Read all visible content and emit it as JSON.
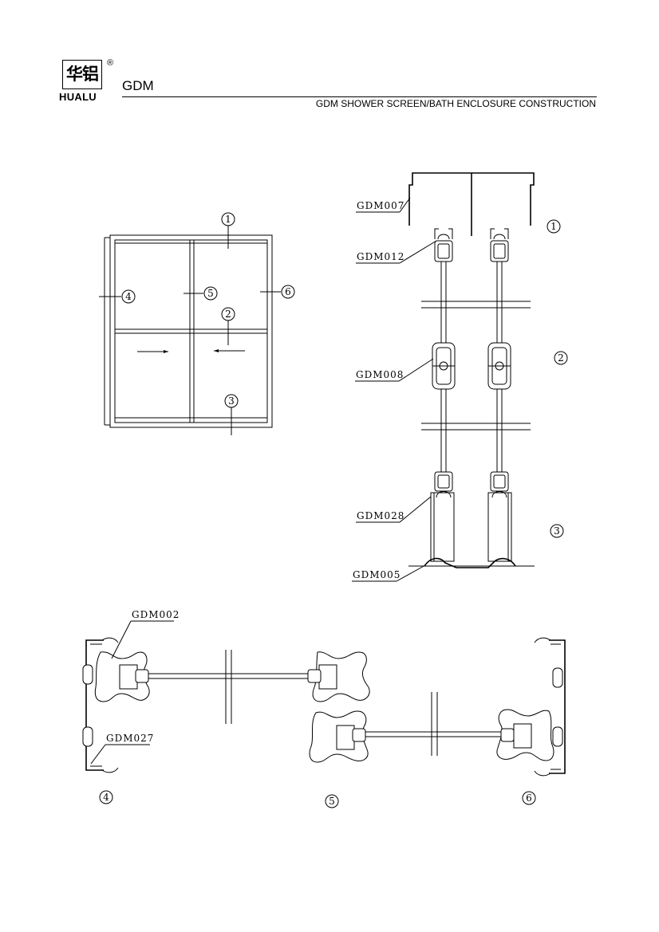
{
  "header": {
    "logo_cn": "华铝",
    "logo_reg": "®",
    "logo_en": "HUALU",
    "series": "GDM",
    "subtitle": "GDM SHOWER SCREEN/BATH ENCLOSURE CONSTRUCTION"
  },
  "markers": {
    "m1": "1",
    "m2": "2",
    "m3": "3",
    "m4": "4",
    "m5": "5",
    "m6": "6"
  },
  "parts": {
    "gdm007": "GDM007",
    "gdm012": "GDM012",
    "gdm008": "GDM008",
    "gdm028": "GDM028",
    "gdm005": "GDM005",
    "gdm002": "GDM002",
    "gdm027": "GDM027"
  }
}
